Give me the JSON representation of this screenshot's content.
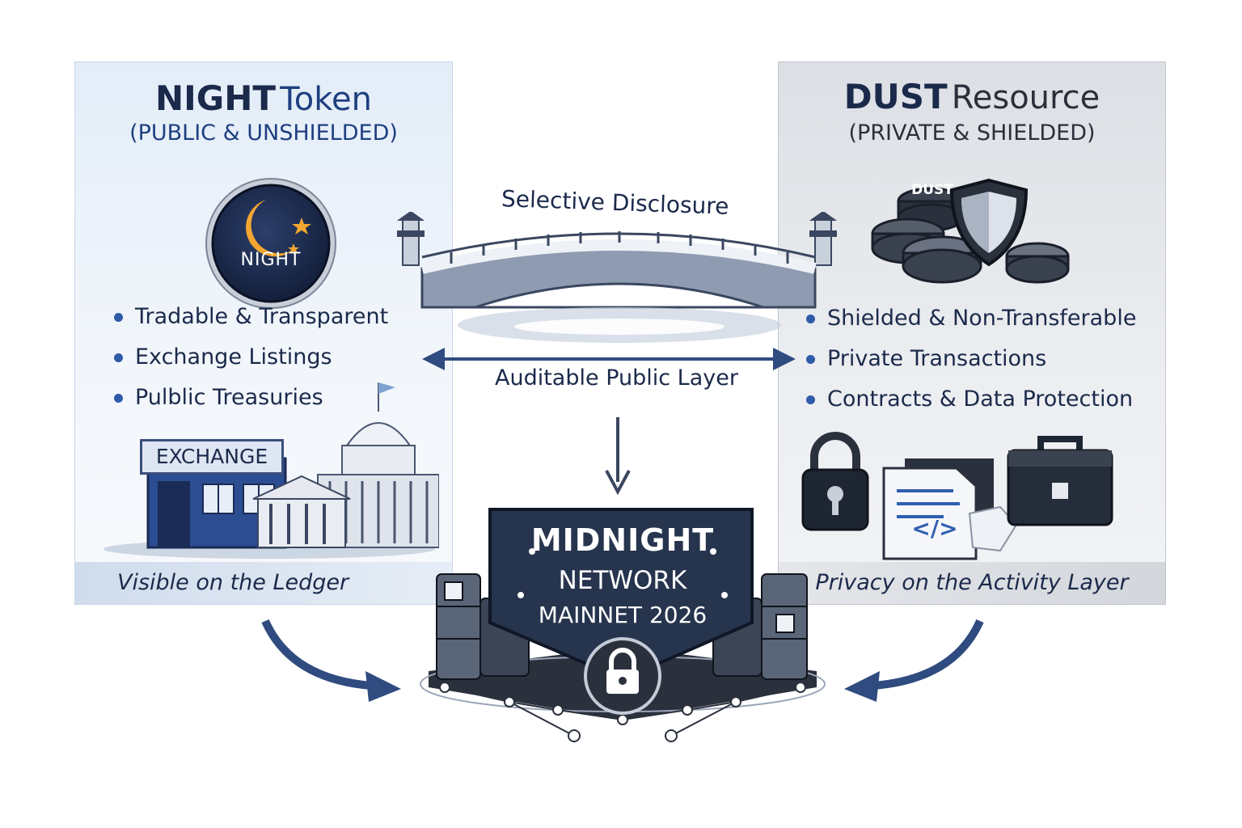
{
  "night": {
    "title_main": "NIGHT",
    "title_sub": "Token",
    "subtitle": "(PUBLIC & UNSHIELDED)",
    "coin_label": "NIGHT",
    "bullets": [
      "Tradable & Transparent",
      "Exchange Listings",
      "Pulblic Treasuries"
    ],
    "exchange_sign": "EXCHANGE",
    "footer": "Visible on the Ledger"
  },
  "dust": {
    "title_main": "DUST",
    "title_sub": "Resource",
    "subtitle": "(PRIVATE & SHIELDED)",
    "coin_label": "DUST",
    "bullets": [
      "Shielded & Non-Transferable",
      "Private Transactions",
      "Contracts & Data Protection"
    ],
    "code_label": "</>",
    "footer": "Privacy on the Activity Layer"
  },
  "bridge": {
    "top_label": "Selective Disclosure",
    "bottom_label": "Auditable Public Layer"
  },
  "network": {
    "line1": "MIDNIGHT",
    "line2": "NETWORK",
    "line3": "MAINNET 2026"
  },
  "colors": {
    "navy": "#1b2a4b",
    "accent_blue": "#2e5aa8",
    "moon_orange": "#f2a531",
    "badge_dark": "#26344e"
  }
}
